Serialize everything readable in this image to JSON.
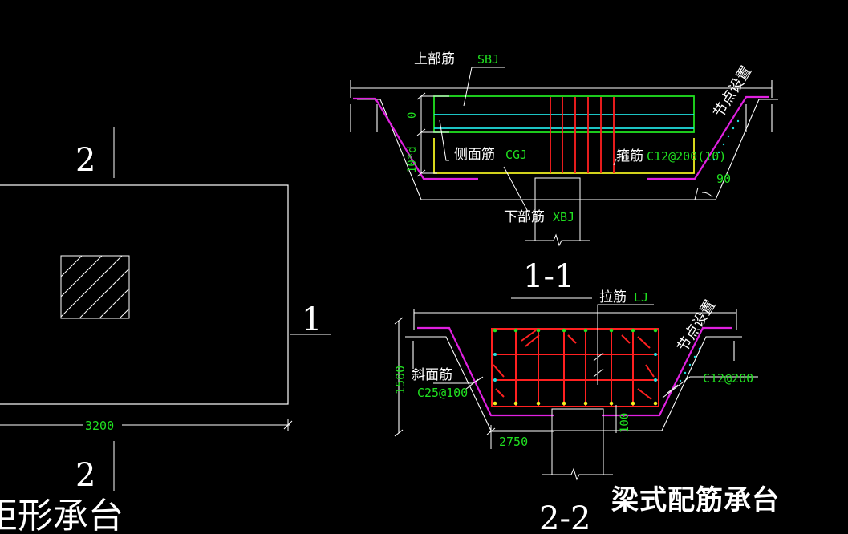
{
  "colors": {
    "background": "#000000",
    "outline": "#ffffff",
    "stirrup": "#ff2020",
    "magenta": "#e020e0",
    "green_rebar": "#20e020",
    "cyan_rebar": "#20e0e0",
    "yellow_rebar": "#f0f020",
    "label_green": "#20e020"
  },
  "plan": {
    "section_mark_top": "2",
    "section_mark_bottom": "2",
    "section_mark_right": "1",
    "width_dim": "3200",
    "title": "矩形承台"
  },
  "section_1_1": {
    "title": "1-1",
    "top_rebar_label": "上部筋",
    "top_rebar_code": "SBJ",
    "side_rebar_label": "侧面筋",
    "side_rebar_code": "CGJ",
    "stirrup_label": "箍筋",
    "stirrup_code": "C12@200(10)",
    "bottom_rebar_label": "下部筋",
    "bottom_rebar_code": "XBJ",
    "node_note": "节点设置",
    "angle": "90",
    "dim_zero": "0",
    "dim_anchor": "10*d"
  },
  "section_2_2": {
    "title": "2-2",
    "tie_label": "拉筋",
    "tie_code": "LJ",
    "node_note": "节点设置",
    "slope_label": "斜面筋",
    "slope_code": "C25@100",
    "right_code": "C12@200",
    "height_dim": "1500",
    "bottom_dim": "2750",
    "small_dim": "100"
  },
  "caption": "梁式配筋承台"
}
